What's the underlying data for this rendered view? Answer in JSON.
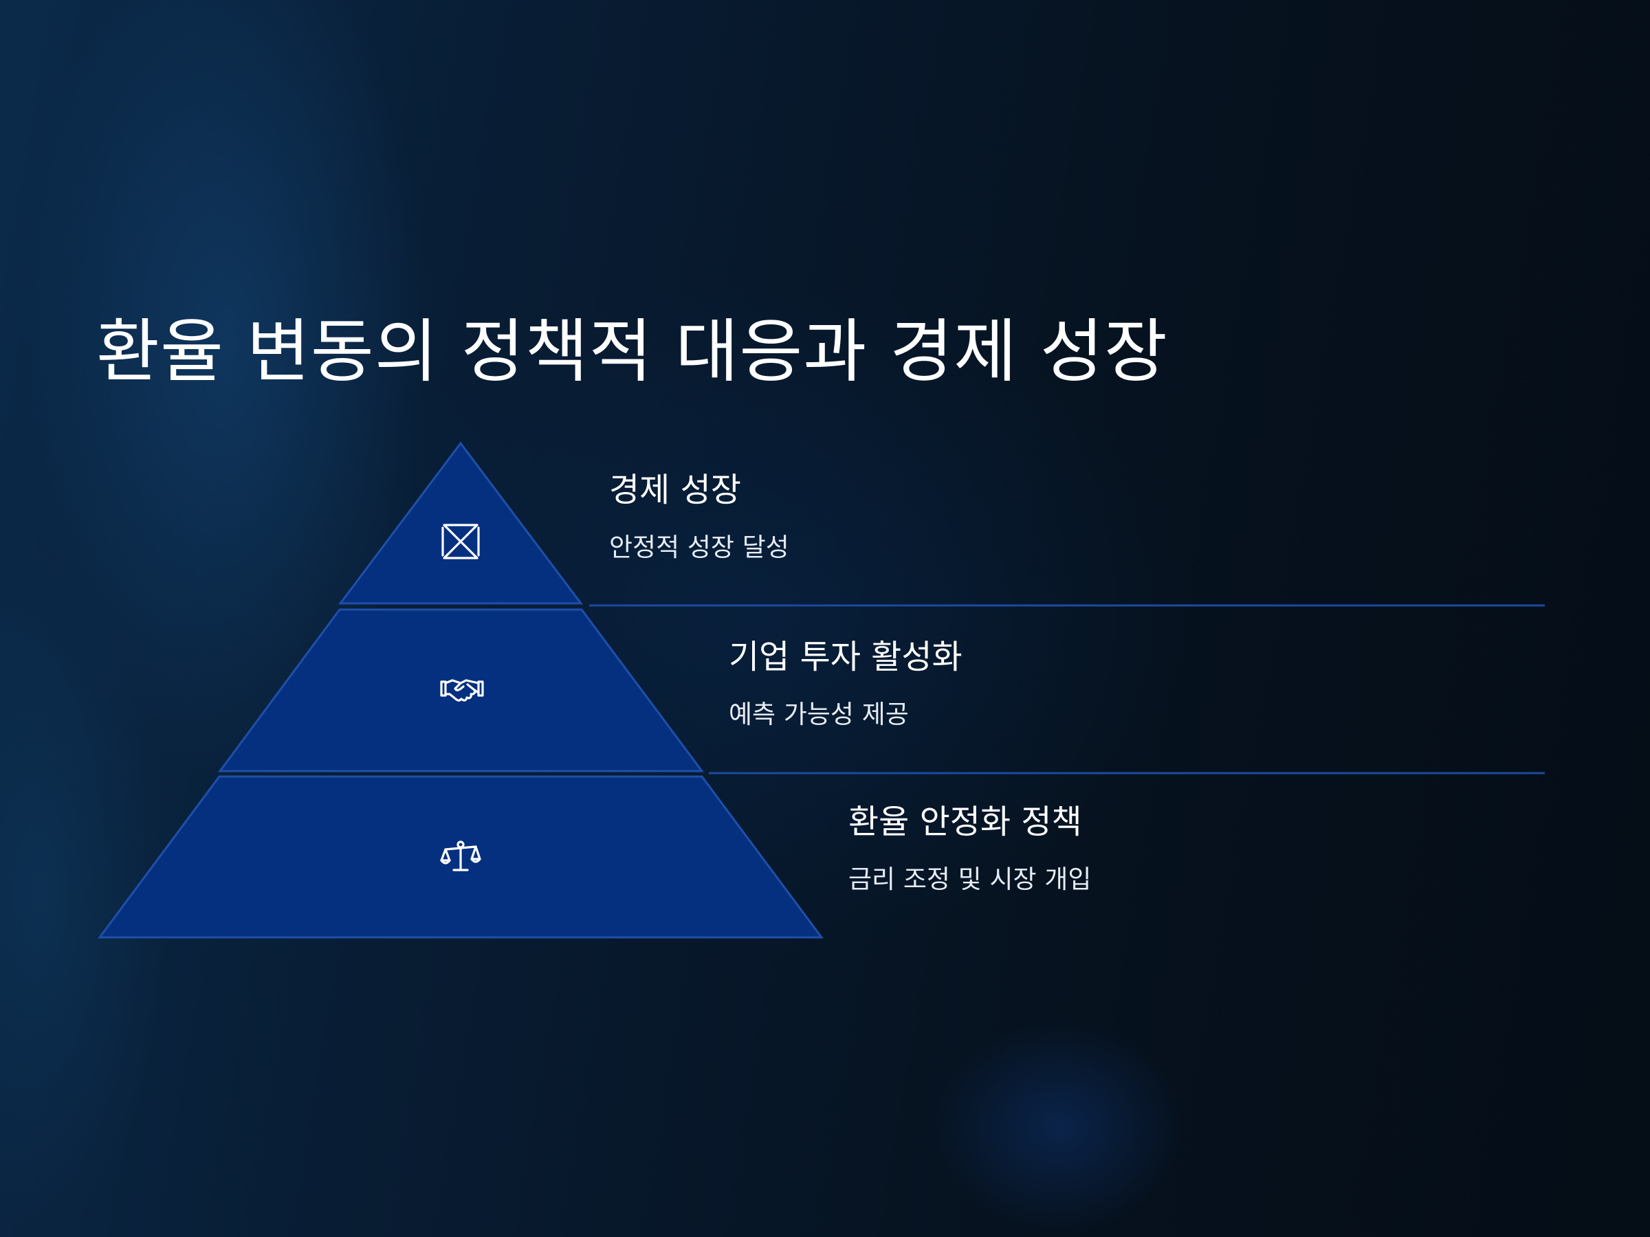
{
  "slide": {
    "title": "환율 변동의 정책적 대응과 경제 성장"
  },
  "colors": {
    "tier_fill": "#05307f",
    "tier_stroke": "#1f4fa8",
    "divider": "#1d4aa0",
    "text": "#ffffff"
  },
  "pyramid": {
    "tiers": [
      {
        "heading": "경제 성장",
        "description": "안정적 성장 달성",
        "icon": "hourglass-icon"
      },
      {
        "heading": "기업 투자 활성화",
        "description": "예측 가능성 제공",
        "icon": "handshake-icon"
      },
      {
        "heading": "환율 안정화 정책",
        "description": "금리 조정 및 시장 개입",
        "icon": "balance-scale-icon"
      }
    ]
  }
}
